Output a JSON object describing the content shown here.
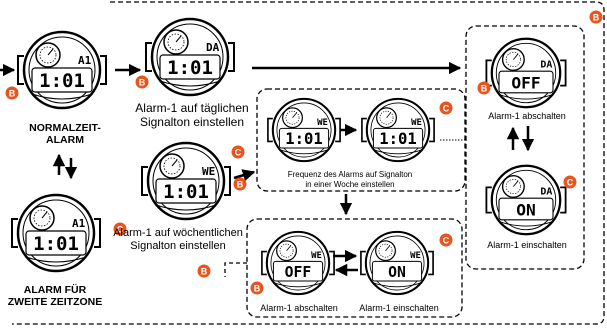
{
  "labels": {
    "normal_line1": "NORMALZEIT-",
    "normal_line2": "ALARM",
    "daily_line1": "Alarm-1 auf täglichen",
    "daily_line2": "Signalton einstellen",
    "weekly_line1": "Alarm-1 auf wöchentlichen",
    "weekly_line2": "Signalton einstellen",
    "freq_line1": "Frequenz des Alarms auf Signalton",
    "freq_line2": "in einer Woche einstellen",
    "zone_line1": "ALARM FÜR",
    "zone_line2": "ZWEITE ZEITZONE",
    "right_off": "Alarm-1 abschalten",
    "right_on": "Alarm-1 einschalten",
    "bottom_off": "Alarm-1 abschalten",
    "bottom_on": "Alarm-1 einschalten"
  },
  "buttons": {
    "b": "B",
    "c": "C"
  },
  "displays": {
    "normal_mode": "A1",
    "normal_time": "1:01",
    "daily_mode": "DA",
    "daily_time": "1:01",
    "weekly_mode": "WE",
    "weekly_time": "1:01",
    "zone_mode": "A1",
    "zone_time": "1:01",
    "freq1_mode": "WE",
    "freq1_time": "1:01",
    "freq2_mode": "WE",
    "freq2_time": "1:01",
    "right_off_mode": "DA",
    "right_off_text": "OFF",
    "right_on_mode": "DA",
    "right_on_text": "ON",
    "bottom_off_mode": "WE",
    "bottom_off_text": "OFF",
    "bottom_on_mode": "WE",
    "bottom_on_text": "ON"
  },
  "colors": {
    "button": "#e8541e",
    "ink": "#000000"
  }
}
